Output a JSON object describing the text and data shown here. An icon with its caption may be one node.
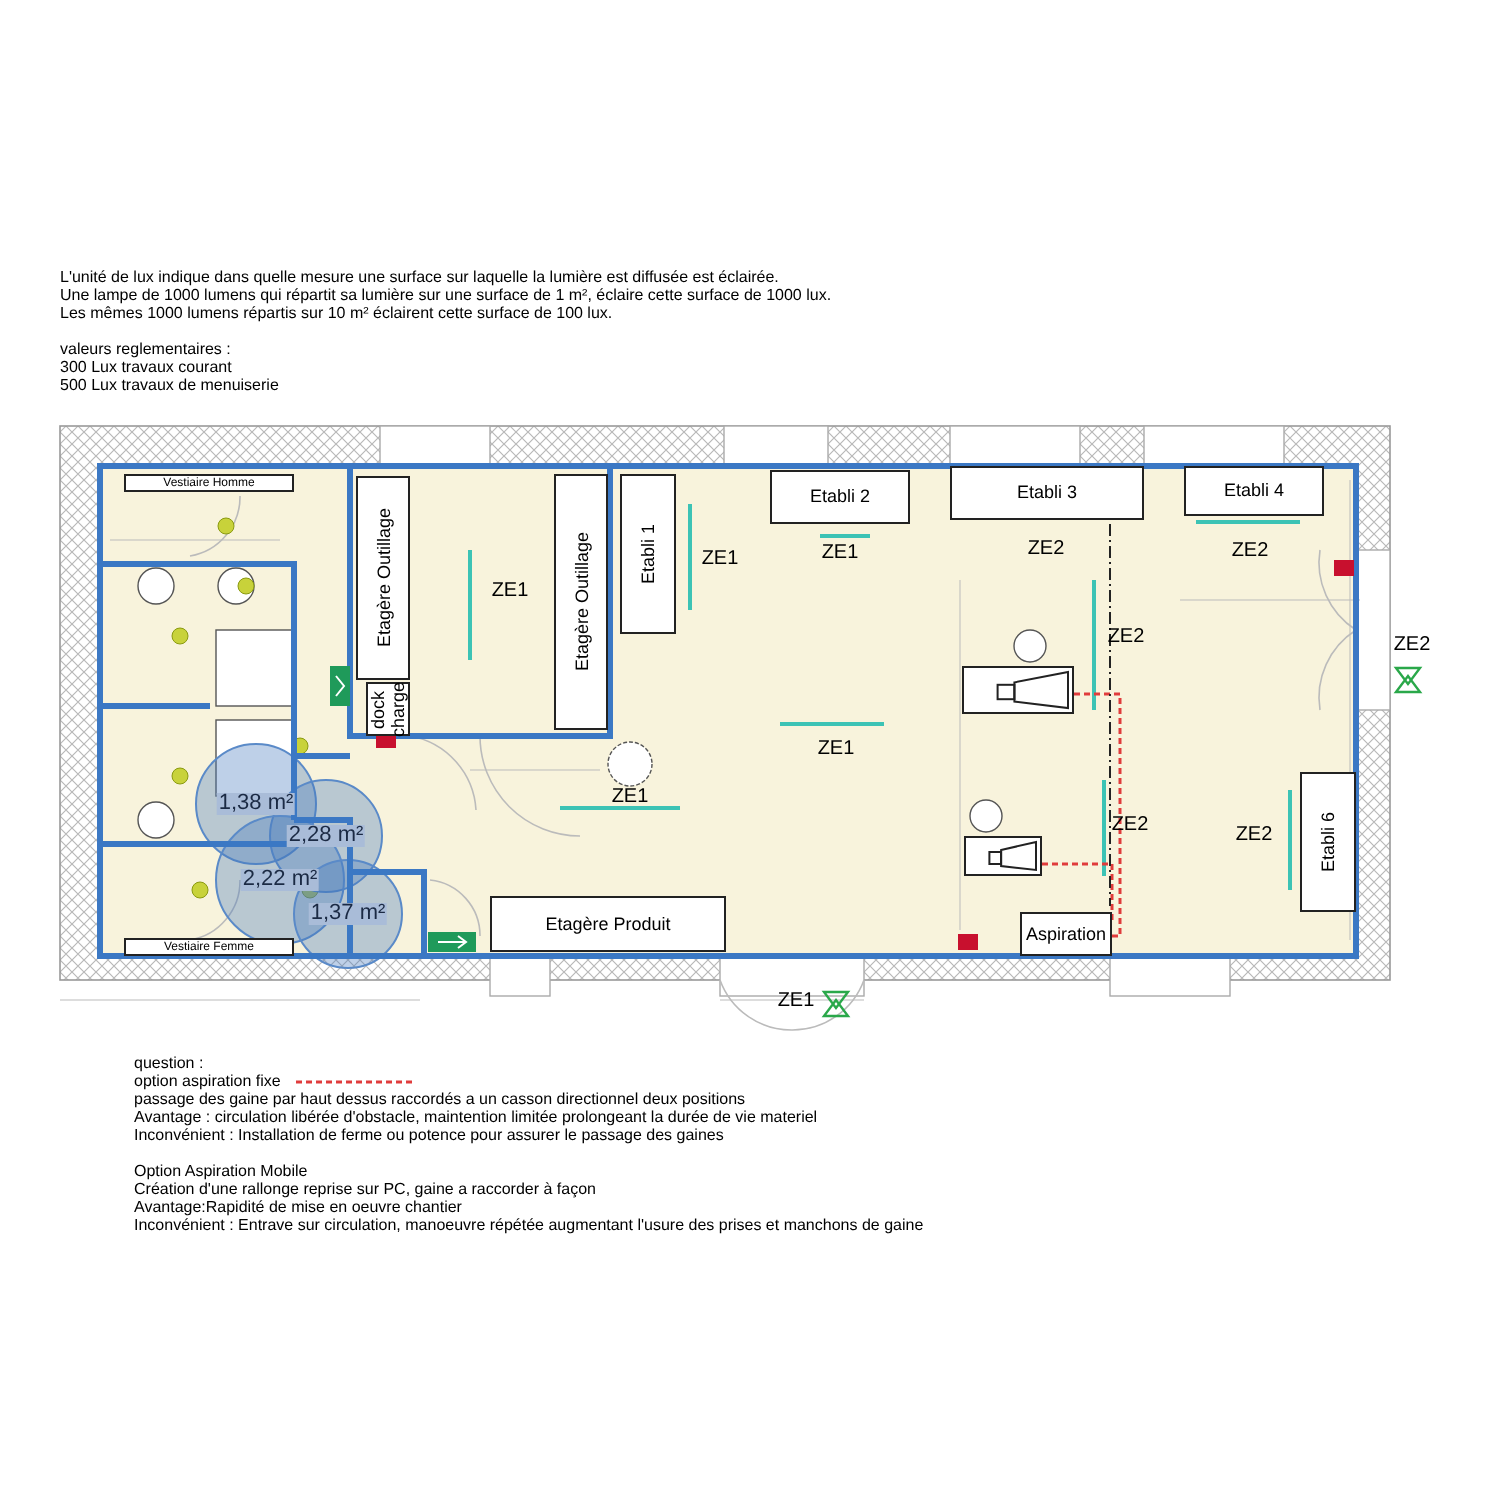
{
  "diagram": {
    "nodes": [
      {
        "text": [
          "Vestiaire Homme"
        ]
      },
      {
        "text": [
          "Vestiaire Femme"
        ]
      },
      {
        "text": [
          "Etagère Outillage"
        ]
      },
      {
        "text": [
          "dock charge"
        ]
      },
      {
        "text": [
          "Etagère Outillage"
        ]
      },
      {
        "text": [
          "Etabli 1"
        ]
      },
      {
        "text": [
          "Etabli 2"
        ]
      },
      {
        "text": [
          "Etabli 3"
        ]
      },
      {
        "text": [
          "Etabli 4"
        ]
      },
      {
        "text": [
          "Etabli 6"
        ]
      },
      {
        "text": [
          "Etagère Produit"
        ]
      },
      {
        "text": [
          "Aspiration"
        ]
      },
      {
        "text": [],
        "shape": "box"
      },
      {
        "text": [],
        "shape": "box"
      }
    ],
    "edges": [
      {
        "from": 12,
        "to": 11,
        "arrow": "none",
        "style": "dashed",
        "color": "#e03c3c"
      },
      {
        "from": 13,
        "to": 11,
        "arrow": "none",
        "style": "dashed",
        "color": "#e03c3c"
      }
    ],
    "labels": [
      "L'unité de lux indique dans quelle mesure une surface sur laquelle la lumière est diffusée est éclairée.",
      "Une lampe de 1000 lumens qui répartit sa lumière sur une surface de 1 m², éclaire cette surface de 1000 lux.",
      "Les mêmes 1000 lumens répartis sur 10 m² éclairent cette surface de 100 lux.",
      "valeurs reglementaires :",
      "300 Lux travaux courant",
      "500 Lux travaux de menuiserie",
      "ZE1",
      "ZE1",
      "ZE2",
      "ZE2",
      "ZE1",
      "ZE2",
      "ZE2",
      "ZE1",
      "ZE1",
      "ZE2",
      "ZE2",
      "ZE1",
      "1,38 m²",
      "2,28 m²",
      "2,22 m²",
      "1,37 m²",
      "question :",
      "passage des gaine par haut dessus raccordés a un casson directionnel deux positions",
      "Avantage : circulation libérée d'obstacle, maintention limitée prolongeant la durée de vie materiel",
      "Inconvénient : Installation de ferme ou potence pour assurer le passage des gaines",
      "Option Aspiration Mobile",
      "Création d'une rallonge reprise sur PC, gaine a raccorder à façon",
      "Avantage:Rapidité de mise en oeuvre chantier",
      "Inconvénient : Entrave sur circulation, manoeuvre répétée augmentant l'usure des prises et manchons de gaine"
    ],
    "legend": [
      {
        "text": "option aspiration fixe"
      }
    ]
  }
}
